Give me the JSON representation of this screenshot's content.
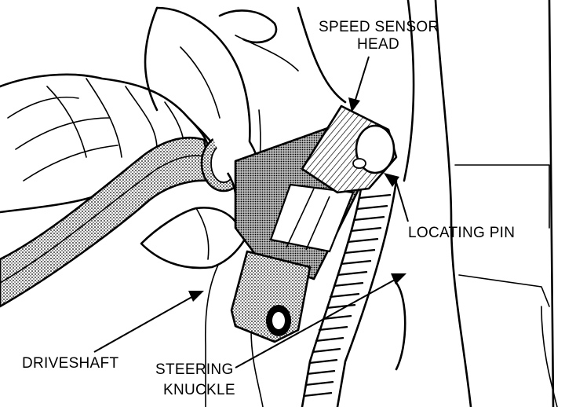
{
  "labels": {
    "speed_sensor_head_line1": "SPEED SENSOR",
    "speed_sensor_head_line2": "HEAD",
    "locating_pin": "LOCATING PIN",
    "driveshaft": "DRIVESHAFT",
    "steering_knuckle_line1": "STEERING",
    "steering_knuckle_line2": "KNUCKLE"
  }
}
